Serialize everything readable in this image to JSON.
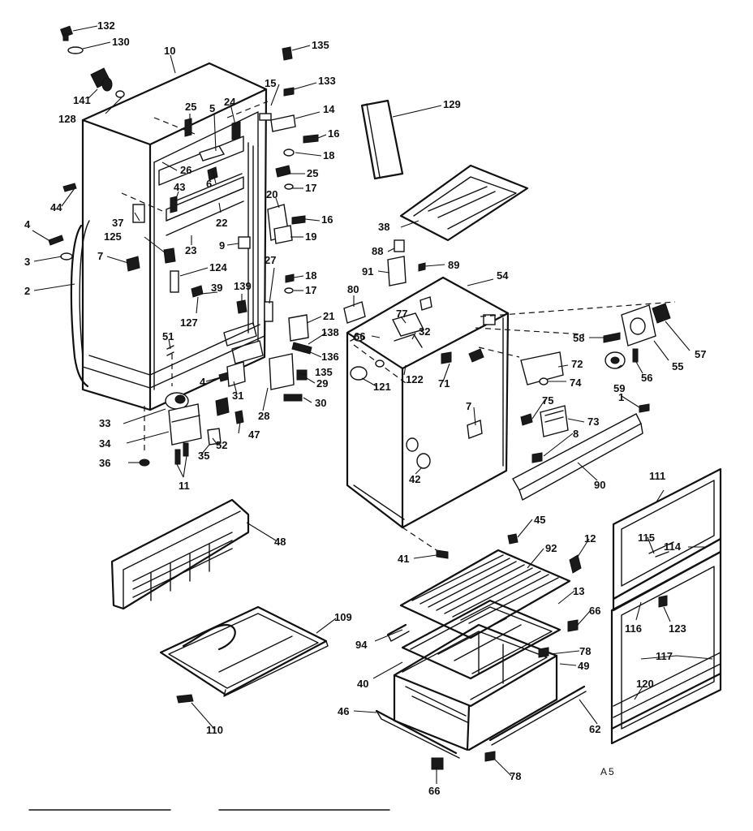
{
  "plate_code": "A5",
  "callouts": [
    {
      "id": "c132",
      "text": "132"
    },
    {
      "id": "c130",
      "text": "130"
    },
    {
      "id": "c10",
      "text": "10"
    },
    {
      "id": "c141",
      "text": "141"
    },
    {
      "id": "c128",
      "text": "128"
    },
    {
      "id": "c135a",
      "text": "135"
    },
    {
      "id": "c15",
      "text": "15"
    },
    {
      "id": "c133",
      "text": "133"
    },
    {
      "id": "c25a",
      "text": "25"
    },
    {
      "id": "c24",
      "text": "24"
    },
    {
      "id": "c5",
      "text": "5"
    },
    {
      "id": "c14",
      "text": "14"
    },
    {
      "id": "c16a",
      "text": "16"
    },
    {
      "id": "c18a",
      "text": "18"
    },
    {
      "id": "c129",
      "text": "129"
    },
    {
      "id": "c26",
      "text": "26"
    },
    {
      "id": "c6",
      "text": "6"
    },
    {
      "id": "c25b",
      "text": "25"
    },
    {
      "id": "c17a",
      "text": "17"
    },
    {
      "id": "c44",
      "text": "44"
    },
    {
      "id": "c43",
      "text": "43"
    },
    {
      "id": "c20",
      "text": "20"
    },
    {
      "id": "c22",
      "text": "22"
    },
    {
      "id": "c16b",
      "text": "16"
    },
    {
      "id": "c37",
      "text": "37"
    },
    {
      "id": "c19",
      "text": "19"
    },
    {
      "id": "c38",
      "text": "38"
    },
    {
      "id": "c4a",
      "text": "4"
    },
    {
      "id": "c125",
      "text": "125"
    },
    {
      "id": "c23",
      "text": "23"
    },
    {
      "id": "c9",
      "text": "9"
    },
    {
      "id": "c88",
      "text": "88"
    },
    {
      "id": "c3",
      "text": "3"
    },
    {
      "id": "c7a",
      "text": "7"
    },
    {
      "id": "c27",
      "text": "27"
    },
    {
      "id": "c91",
      "text": "91"
    },
    {
      "id": "c89",
      "text": "89"
    },
    {
      "id": "c124",
      "text": "124"
    },
    {
      "id": "c18b",
      "text": "18"
    },
    {
      "id": "c54",
      "text": "54"
    },
    {
      "id": "c2",
      "text": "2"
    },
    {
      "id": "c39",
      "text": "39"
    },
    {
      "id": "c139",
      "text": "139"
    },
    {
      "id": "c17b",
      "text": "17"
    },
    {
      "id": "c80",
      "text": "80"
    },
    {
      "id": "c127",
      "text": "127"
    },
    {
      "id": "c21",
      "text": "21"
    },
    {
      "id": "c77",
      "text": "77"
    },
    {
      "id": "c138",
      "text": "138"
    },
    {
      "id": "c66a",
      "text": "66"
    },
    {
      "id": "c32",
      "text": "32"
    },
    {
      "id": "c58",
      "text": "58"
    },
    {
      "id": "c57",
      "text": "57"
    },
    {
      "id": "c51",
      "text": "51"
    },
    {
      "id": "c136",
      "text": "136"
    },
    {
      "id": "c55",
      "text": "55"
    },
    {
      "id": "c72",
      "text": "72"
    },
    {
      "id": "c56",
      "text": "56"
    },
    {
      "id": "c135b",
      "text": "135"
    },
    {
      "id": "c122",
      "text": "122"
    },
    {
      "id": "c121",
      "text": "121"
    },
    {
      "id": "c71",
      "text": "71"
    },
    {
      "id": "c74",
      "text": "74"
    },
    {
      "id": "c59",
      "text": "59"
    },
    {
      "id": "c4b",
      "text": "4"
    },
    {
      "id": "c29",
      "text": "29"
    },
    {
      "id": "c31",
      "text": "31"
    },
    {
      "id": "c30",
      "text": "30"
    },
    {
      "id": "c75",
      "text": "75"
    },
    {
      "id": "c1",
      "text": "1"
    },
    {
      "id": "c28",
      "text": "28"
    },
    {
      "id": "c33",
      "text": "33"
    },
    {
      "id": "c7b",
      "text": "7"
    },
    {
      "id": "c73",
      "text": "73"
    },
    {
      "id": "c34",
      "text": "34"
    },
    {
      "id": "c47",
      "text": "47"
    },
    {
      "id": "c52",
      "text": "52"
    },
    {
      "id": "c8",
      "text": "8"
    },
    {
      "id": "c35",
      "text": "35"
    },
    {
      "id": "c36",
      "text": "36"
    },
    {
      "id": "c11",
      "text": "11"
    },
    {
      "id": "c42",
      "text": "42"
    },
    {
      "id": "c90",
      "text": "90"
    },
    {
      "id": "c111",
      "text": "111"
    },
    {
      "id": "c45",
      "text": "45"
    },
    {
      "id": "c48",
      "text": "48"
    },
    {
      "id": "c12",
      "text": "12"
    },
    {
      "id": "c115",
      "text": "115"
    },
    {
      "id": "c114",
      "text": "114"
    },
    {
      "id": "c41",
      "text": "41"
    },
    {
      "id": "c92",
      "text": "92"
    },
    {
      "id": "c13",
      "text": "13"
    },
    {
      "id": "c66b",
      "text": "66"
    },
    {
      "id": "c109",
      "text": "109"
    },
    {
      "id": "c116",
      "text": "116"
    },
    {
      "id": "c123",
      "text": "123"
    },
    {
      "id": "c94",
      "text": "94"
    },
    {
      "id": "c78a",
      "text": "78"
    },
    {
      "id": "c117",
      "text": "117"
    },
    {
      "id": "c49",
      "text": "49"
    },
    {
      "id": "c40",
      "text": "40"
    },
    {
      "id": "c120",
      "text": "120"
    },
    {
      "id": "c46",
      "text": "46"
    },
    {
      "id": "c62",
      "text": "62"
    },
    {
      "id": "c110",
      "text": "110"
    },
    {
      "id": "c78b",
      "text": "78"
    },
    {
      "id": "c66c",
      "text": "66"
    }
  ]
}
